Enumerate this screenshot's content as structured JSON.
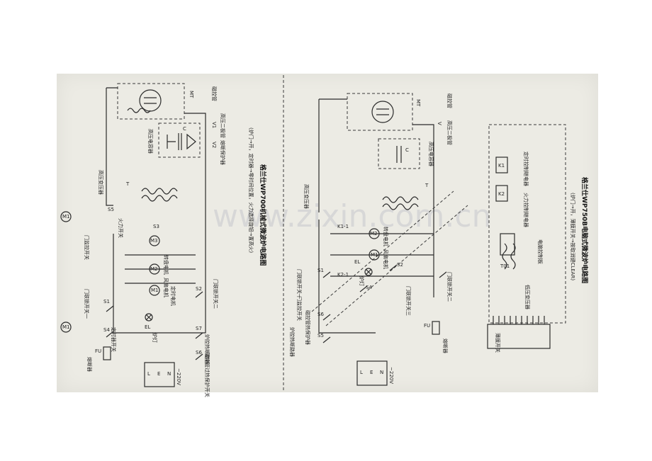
{
  "watermark": "www.zixin.com.cn",
  "left": {
    "title": "格兰仕WP700机械式微波炉电路图",
    "caption": "(炉门→开，定时器→零时间位置，火力选择旋钮→置高火)",
    "labels": {
      "magnetron": "磁控管",
      "mt": "MT",
      "hv_diode": "高压二极管",
      "v1": "V1",
      "hv_capacitor": "高压电容器",
      "c": "C",
      "v2": "V2",
      "hv_fuse": "熔断保护器",
      "hv_transformer": "高压变压器",
      "t": "T",
      "m1": "M1",
      "s5": "S5",
      "power_switch": "火力开关",
      "s3": "S3",
      "m3": "M3",
      "m2": "M2",
      "turntable_motor": "转盘电机",
      "fan_motor": "风扇电机",
      "timer_motor": "定时电机",
      "s2": "S2",
      "door_switch2": "门联锁开关二",
      "door_monitor": "门监控开关",
      "door_switch1": "门联锁开关一",
      "s1": "S1",
      "s4": "S4",
      "timer_switch": "定时器开关",
      "el": "EL",
      "lamp": "炉灯",
      "s7": "S7",
      "oven_thermal": "炉腔热断路器",
      "s6": "S6",
      "mag_thermal": "磁控管过热保护开关",
      "fu": "FU",
      "fuse": "熔断器",
      "l": "L",
      "e": "E",
      "n": "N",
      "v220": "~220V"
    }
  },
  "right": {
    "title": "格兰仕WP750B电脑式微波炉电路图",
    "caption": "(炉门→开，薄膜开关→按取消键CLEAR)",
    "labels": {
      "mt": "MT",
      "magnetron": "磁控管",
      "hv_diode": "高压二极管",
      "v": "V",
      "c": "C",
      "hv_capacitor": "高压电容器",
      "hv_transformer": "高压变压器",
      "t": "T",
      "k1_1": "K1-1",
      "turntable_motor": "转盘电机",
      "m2": "M2",
      "m1": "M1",
      "fan_motor": "风扇电机",
      "k2_1": "K2-1",
      "el": "EL",
      "lamp": "炉灯",
      "s2": "S2",
      "s4": "S4",
      "door_switch3": "门联锁开关三",
      "door_switch2": "门联锁开关二",
      "s1": "S1",
      "door_switch1": "门联锁开关一",
      "s6": "S6",
      "door_monitor": "门监控开关",
      "thermal": "磁控管热保护器",
      "s5": "S5",
      "oven_thermal": "炉腔热断路器",
      "fu": "FU",
      "fuse": "熔断器",
      "l": "L",
      "e": "E",
      "n": "N",
      "v220": "~220V",
      "t01": "T01",
      "lv_transformer": "低压变压器",
      "control_board": "电脑控制板",
      "membrane_switch": "薄膜开关",
      "k1": "K1",
      "k2": "K2",
      "power_relay": "火力控制继电器",
      "turntable_relay": "定时控制继电器"
    }
  }
}
